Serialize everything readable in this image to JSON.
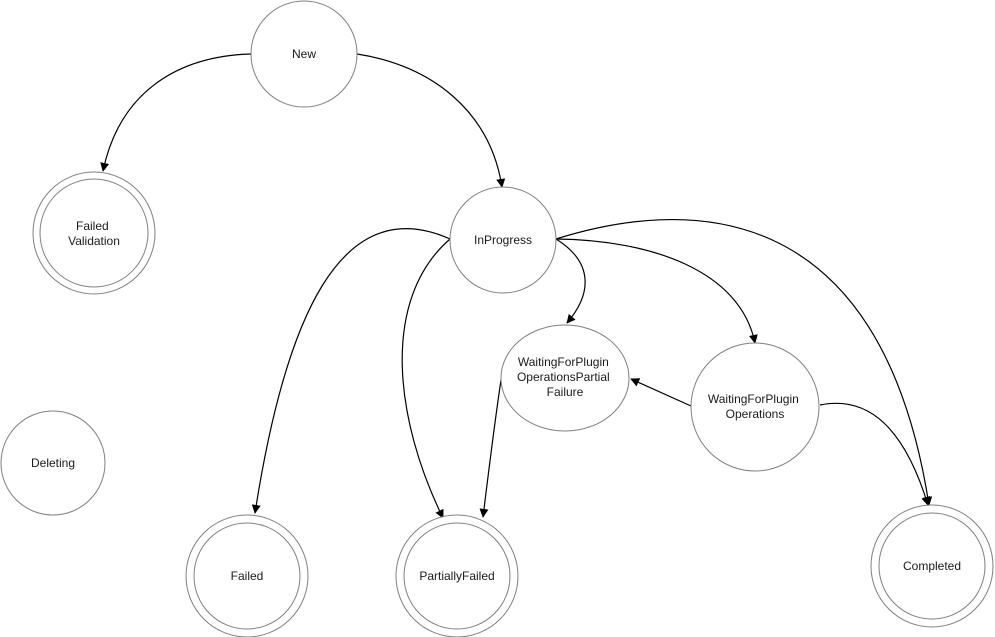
{
  "diagram": {
    "type": "state-machine",
    "states": [
      {
        "id": "new",
        "lines": [
          "New"
        ],
        "final": false
      },
      {
        "id": "failed_validation",
        "lines": [
          "Failed",
          "Validation"
        ],
        "final": true
      },
      {
        "id": "in_progress",
        "lines": [
          "InProgress"
        ],
        "final": false
      },
      {
        "id": "waiting_partial",
        "lines": [
          "WaitingForPlugin",
          "OperationsPartial",
          "Failure"
        ],
        "final": false
      },
      {
        "id": "waiting",
        "lines": [
          "WaitingForPlugin",
          "Operations"
        ],
        "final": false
      },
      {
        "id": "deleting",
        "lines": [
          "Deleting"
        ],
        "final": false
      },
      {
        "id": "failed",
        "lines": [
          "Failed"
        ],
        "final": true
      },
      {
        "id": "partially_failed",
        "lines": [
          "PartiallyFailed"
        ],
        "final": true
      },
      {
        "id": "completed",
        "lines": [
          "Completed"
        ],
        "final": true
      }
    ],
    "transitions": [
      {
        "from": "new",
        "to": "failed_validation"
      },
      {
        "from": "new",
        "to": "in_progress"
      },
      {
        "from": "in_progress",
        "to": "failed"
      },
      {
        "from": "in_progress",
        "to": "partially_failed"
      },
      {
        "from": "in_progress",
        "to": "waiting_partial"
      },
      {
        "from": "in_progress",
        "to": "waiting"
      },
      {
        "from": "in_progress",
        "to": "completed"
      },
      {
        "from": "waiting",
        "to": "waiting_partial"
      },
      {
        "from": "waiting",
        "to": "completed"
      },
      {
        "from": "waiting_partial",
        "to": "partially_failed"
      }
    ]
  }
}
